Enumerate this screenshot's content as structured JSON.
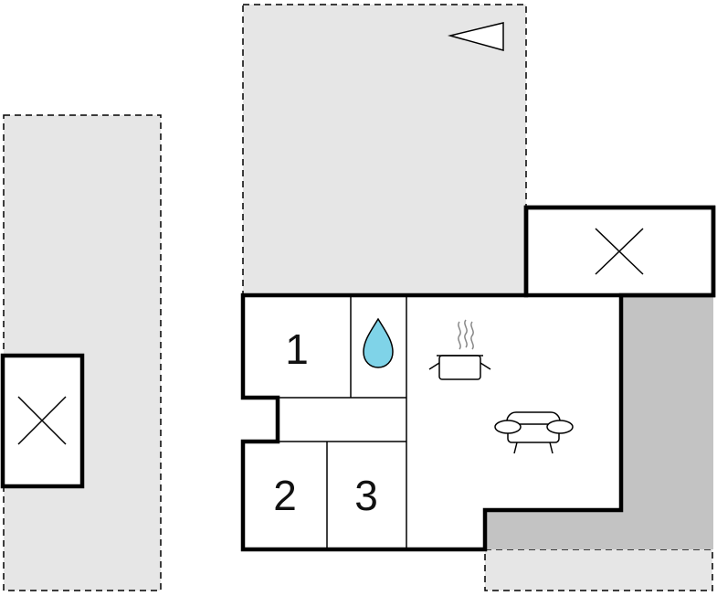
{
  "floorplan": {
    "rooms": [
      {
        "id": "bedroom-1",
        "label": "1"
      },
      {
        "id": "bedroom-2",
        "label": "2"
      },
      {
        "id": "bedroom-3",
        "label": "3"
      }
    ],
    "icons": [
      "compass-north-icon",
      "bathroom-water-drop-icon",
      "kitchen-pot-icon",
      "living-room-sofa-icon",
      "cross-icon"
    ],
    "colors": {
      "outdoor_area": "#e6e6e6",
      "covered_terrace": "#c3c3c3",
      "wall": "#000000",
      "water_drop": "#7fd3e8",
      "background": "#ffffff"
    }
  }
}
